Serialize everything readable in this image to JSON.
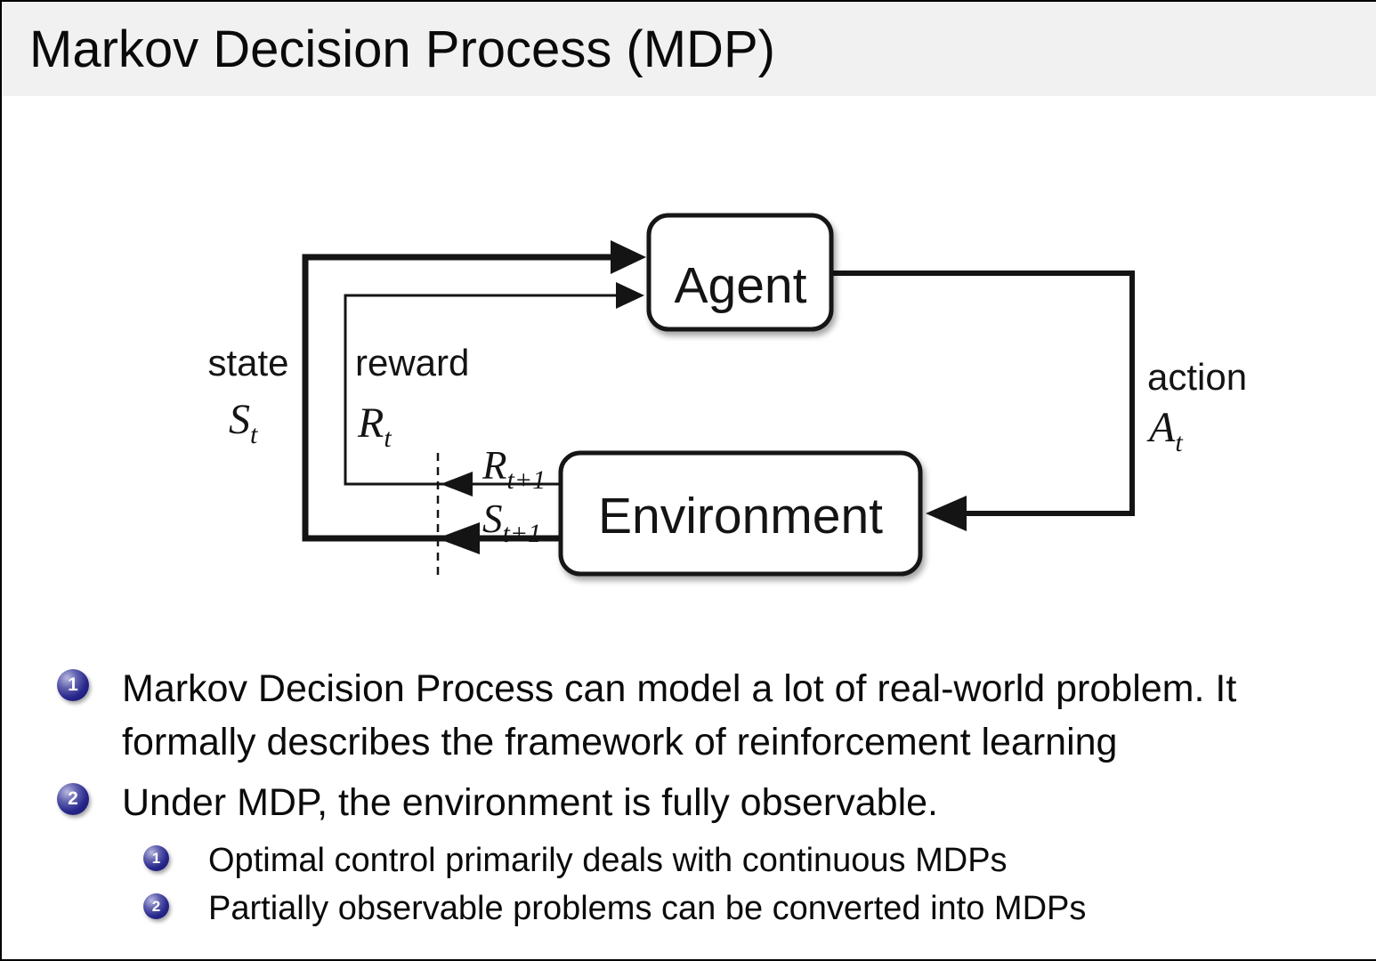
{
  "title": "Markov Decision Process (MDP)",
  "diagram": {
    "agent_label": "Agent",
    "environment_label": "Environment",
    "state_label": "state",
    "state_symbol": "S",
    "state_sub": "t",
    "reward_label": "reward",
    "reward_symbol": "R",
    "reward_sub": "t",
    "action_label": "action",
    "action_symbol": "A",
    "action_sub": "t",
    "next_reward_symbol": "R",
    "next_reward_sub": "t+1",
    "next_state_symbol": "S",
    "next_state_sub": "t+1"
  },
  "bullets": [
    {
      "number": "1",
      "lines": [
        "Markov Decision Process can model a lot of real-world problem. It",
        "formally describes the framework of reinforcement learning"
      ]
    },
    {
      "number": "2",
      "lines": [
        "Under MDP, the environment is fully observable."
      ],
      "sub": [
        {
          "number": "1",
          "text": "Optimal control primarily deals with continuous MDPs"
        },
        {
          "number": "2",
          "text": "Partially observable problems can be converted into MDPs"
        }
      ]
    }
  ],
  "colors": {
    "header_bg": "#f1f1f1",
    "bullet_ball": "#27278c",
    "diagram_ink": "#141414"
  }
}
